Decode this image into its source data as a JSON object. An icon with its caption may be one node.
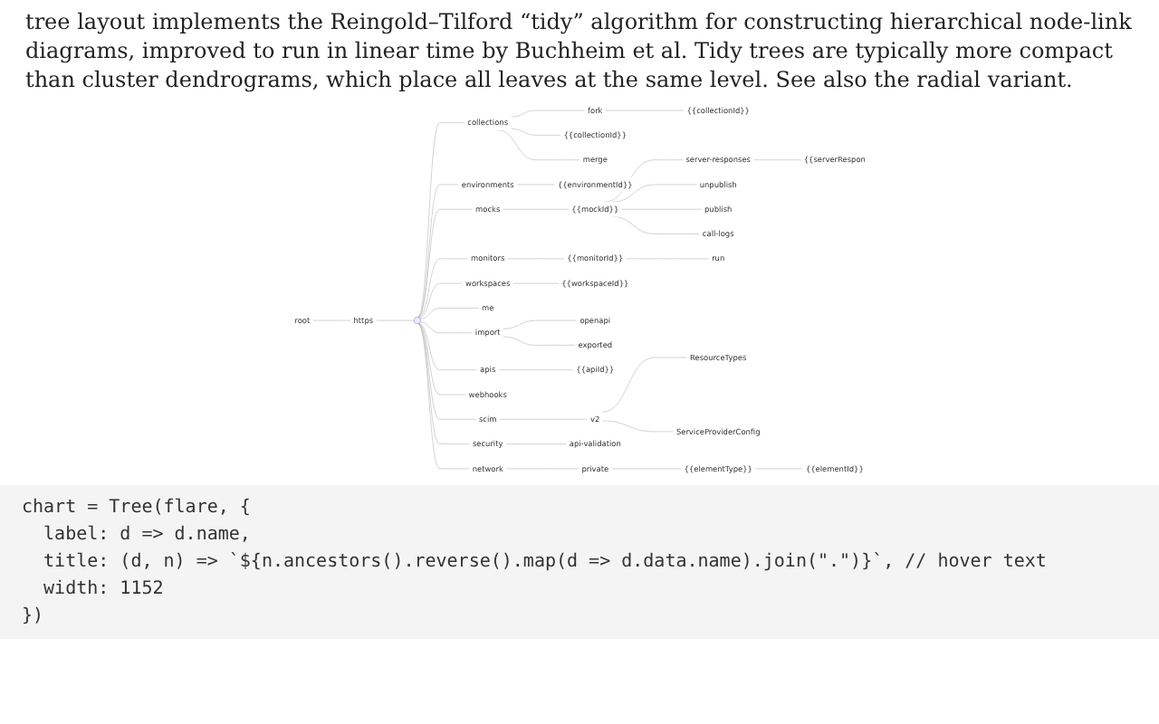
{
  "diagram": {
    "nodes": [
      {
        "text": [
          "root"
        ]
      },
      {
        "text": [
          "https"
        ]
      },
      {
        "text": [],
        "shape": "circle"
      },
      {
        "text": [
          "collections"
        ]
      },
      {
        "text": [
          "fork"
        ]
      },
      {
        "text": [
          "{{collectionId}}"
        ]
      },
      {
        "text": [
          "{{collectionId}}"
        ]
      },
      {
        "text": [
          "merge"
        ]
      },
      {
        "text": [
          "environments"
        ]
      },
      {
        "text": [
          "{{environmentId}}"
        ]
      },
      {
        "text": [
          "mocks"
        ]
      },
      {
        "text": [
          "{{mockId}}"
        ]
      },
      {
        "text": [
          "server-responses"
        ]
      },
      {
        "text": [
          "{{serverRespon"
        ]
      },
      {
        "text": [
          "unpublish"
        ]
      },
      {
        "text": [
          "publish"
        ]
      },
      {
        "text": [
          "call-logs"
        ]
      },
      {
        "text": [
          "monitors"
        ]
      },
      {
        "text": [
          "{{monitorId}}"
        ]
      },
      {
        "text": [
          "run"
        ]
      },
      {
        "text": [
          "workspaces"
        ]
      },
      {
        "text": [
          "{{workspaceId}}"
        ]
      },
      {
        "text": [
          "me"
        ]
      },
      {
        "text": [
          "import"
        ]
      },
      {
        "text": [
          "openapi"
        ]
      },
      {
        "text": [
          "exported"
        ]
      },
      {
        "text": [
          "apis"
        ]
      },
      {
        "text": [
          "{{apiId}}"
        ]
      },
      {
        "text": [
          "webhooks"
        ]
      },
      {
        "text": [
          "scim"
        ]
      },
      {
        "text": [
          "v2"
        ]
      },
      {
        "text": [
          "ResourceTypes"
        ]
      },
      {
        "text": [
          "ServiceProviderConfig"
        ]
      },
      {
        "text": [
          "security"
        ]
      },
      {
        "text": [
          "api-validation"
        ]
      },
      {
        "text": [
          "network"
        ]
      },
      {
        "text": [
          "private"
        ]
      },
      {
        "text": [
          "{{elementType}}"
        ]
      },
      {
        "text": [
          "{{elementId}}"
        ]
      }
    ],
    "edges": [
      {
        "from": 0,
        "to": 1,
        "arrow": "none"
      },
      {
        "from": 1,
        "to": 2,
        "arrow": "none"
      },
      {
        "from": 2,
        "to": 3,
        "arrow": "none"
      },
      {
        "from": 3,
        "to": 4,
        "arrow": "none"
      },
      {
        "from": 4,
        "to": 5,
        "arrow": "none"
      },
      {
        "from": 3,
        "to": 6,
        "arrow": "none"
      },
      {
        "from": 3,
        "to": 7,
        "arrow": "none"
      },
      {
        "from": 2,
        "to": 8,
        "arrow": "none"
      },
      {
        "from": 8,
        "to": 9,
        "arrow": "none"
      },
      {
        "from": 2,
        "to": 10,
        "arrow": "none"
      },
      {
        "from": 10,
        "to": 11,
        "arrow": "none"
      },
      {
        "from": 11,
        "to": 12,
        "arrow": "none"
      },
      {
        "from": 12,
        "to": 13,
        "arrow": "none"
      },
      {
        "from": 11,
        "to": 14,
        "arrow": "none"
      },
      {
        "from": 11,
        "to": 15,
        "arrow": "none"
      },
      {
        "from": 11,
        "to": 16,
        "arrow": "none"
      },
      {
        "from": 2,
        "to": 17,
        "arrow": "none"
      },
      {
        "from": 17,
        "to": 18,
        "arrow": "none"
      },
      {
        "from": 18,
        "to": 19,
        "arrow": "none"
      },
      {
        "from": 2,
        "to": 20,
        "arrow": "none"
      },
      {
        "from": 20,
        "to": 21,
        "arrow": "none"
      },
      {
        "from": 2,
        "to": 22,
        "arrow": "none"
      },
      {
        "from": 2,
        "to": 23,
        "arrow": "none"
      },
      {
        "from": 23,
        "to": 24,
        "arrow": "none"
      },
      {
        "from": 23,
        "to": 25,
        "arrow": "none"
      },
      {
        "from": 2,
        "to": 26,
        "arrow": "none"
      },
      {
        "from": 26,
        "to": 27,
        "arrow": "none"
      },
      {
        "from": 2,
        "to": 28,
        "arrow": "none"
      },
      {
        "from": 2,
        "to": 29,
        "arrow": "none"
      },
      {
        "from": 29,
        "to": 30,
        "arrow": "none"
      },
      {
        "from": 30,
        "to": 31,
        "arrow": "none"
      },
      {
        "from": 30,
        "to": 32,
        "arrow": "none"
      },
      {
        "from": 2,
        "to": 33,
        "arrow": "none"
      },
      {
        "from": 33,
        "to": 34,
        "arrow": "none"
      },
      {
        "from": 2,
        "to": 35,
        "arrow": "none"
      },
      {
        "from": 35,
        "to": 36,
        "arrow": "none"
      },
      {
        "from": 36,
        "to": 37,
        "arrow": "none"
      },
      {
        "from": 37,
        "to": 38,
        "arrow": "none"
      }
    ],
    "labels": [
      "tree layout implements the Reingold–Tilford “tidy” algorithm for constructing hierarchical node-link diagrams, improved to run in linear time by Buchheim et al. Tidy trees are typically more compact than cluster dendrograms, which place all leaves at the same level. See also the radial variant.",
      "chart = Tree(flare, {",
      "label: d => d.name,",
      "title: (d, n) => `${n.ancestors().reverse().map(d => d.data.name).join(\".\")}`, // hover text",
      "width: 1152",
      "})"
    ]
  }
}
